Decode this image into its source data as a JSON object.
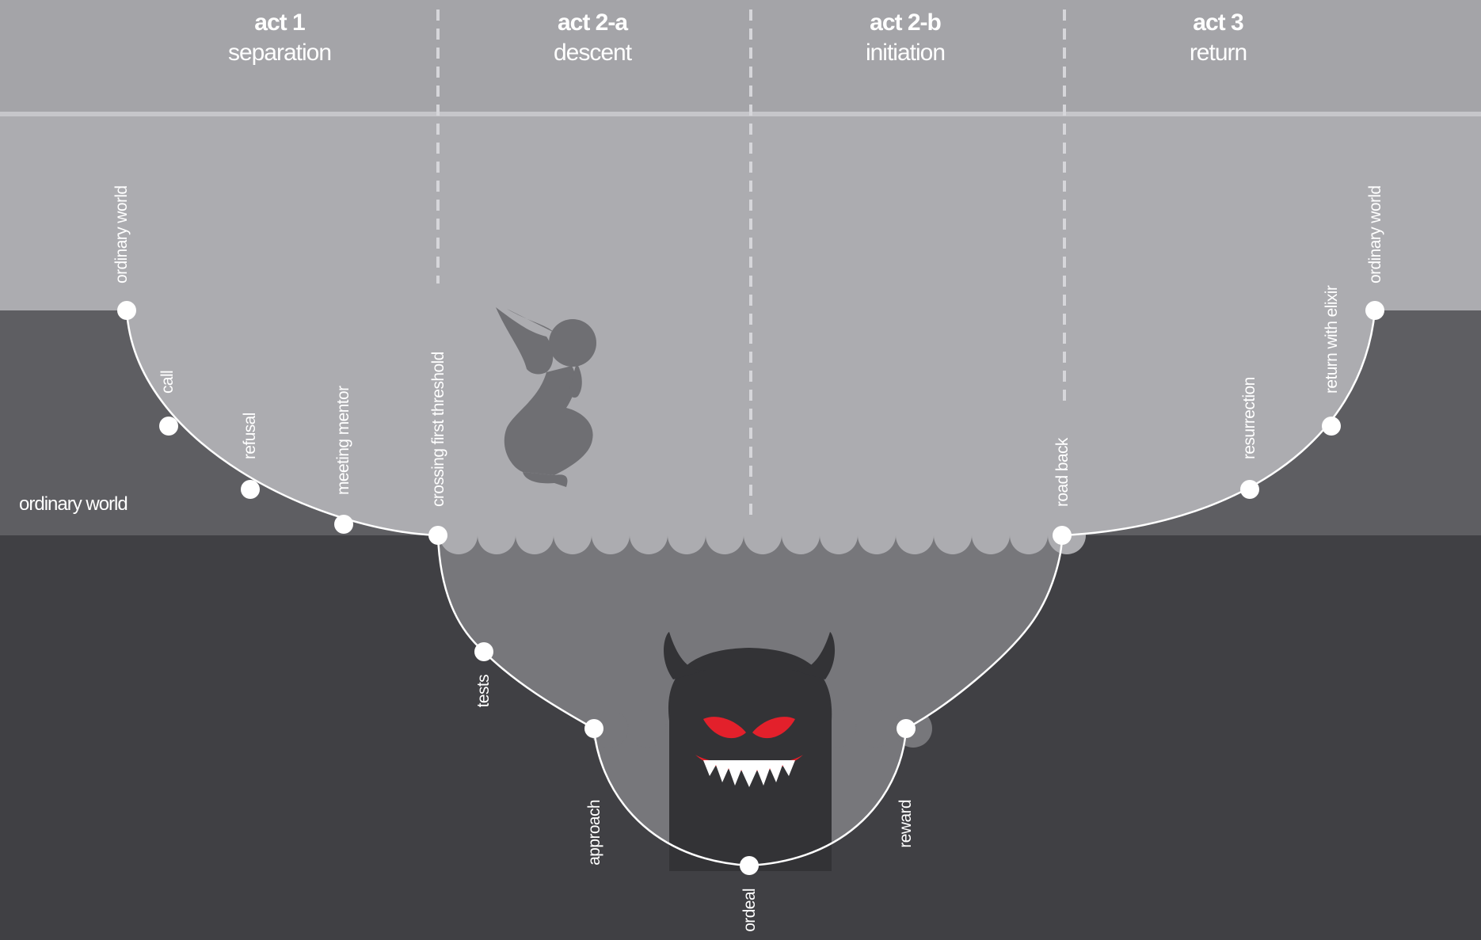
{
  "acts": [
    {
      "number": "act 1",
      "name": "separation"
    },
    {
      "number": "act 2-a",
      "name": "descent"
    },
    {
      "number": "act 2-b",
      "name": "initiation"
    },
    {
      "number": "act 3",
      "name": "return"
    }
  ],
  "stages": [
    "ordinary world",
    "call",
    "refusal",
    "meeting mentor",
    "crossing first threshold",
    "tests",
    "approach",
    "ordeal",
    "reward",
    "road back",
    "resurrection",
    "return with elixir",
    "ordinary world"
  ],
  "region_label": "ordinary world",
  "colors": {
    "header": "#a4a4a8",
    "upper_world": "#acacb0",
    "ordinary_band": "#5e5e62",
    "underworld": "#404044",
    "descent_bowl": "#77777b",
    "monster": "#333336",
    "monster_eyes": "#e3202b",
    "hero": "#6f6f73",
    "path": "#ffffff"
  },
  "figures": {
    "hero": "crouching-hero-figure",
    "monster": "horned-monster-figure"
  }
}
